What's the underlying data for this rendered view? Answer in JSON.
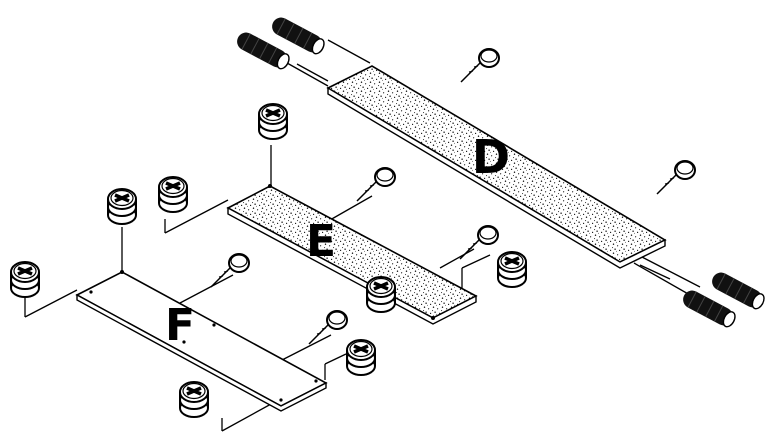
{
  "parts": {
    "d_label": "D",
    "e_label": "E",
    "f_label": "F"
  },
  "colors": {
    "ink": "#000000",
    "paper": "#ffffff"
  },
  "icons": {
    "dowel": "wooden-dowel-icon",
    "cam_lock": "cam-lock-fitting-icon",
    "cam_bolt": "cam-bolt-icon"
  }
}
